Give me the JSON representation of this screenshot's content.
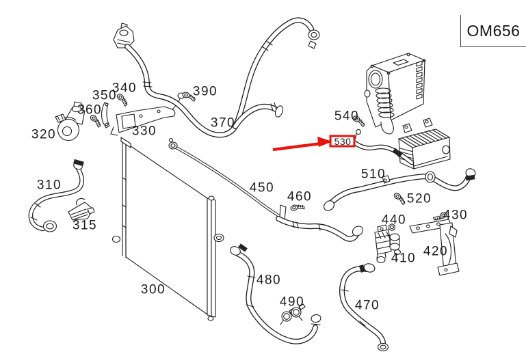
{
  "diagram": {
    "engine_code": "OM656",
    "annotation": {
      "highlighted_part": "530",
      "color": "#e8130b"
    },
    "colors": {
      "background": "#ffffff",
      "line": "#1c1c1c",
      "highlight": "#e8130b"
    },
    "callouts": [
      {
        "label": "300"
      },
      {
        "label": "310"
      },
      {
        "label": "315"
      },
      {
        "label": "320"
      },
      {
        "label": "330"
      },
      {
        "label": "340"
      },
      {
        "label": "350"
      },
      {
        "label": "360"
      },
      {
        "label": "370"
      },
      {
        "label": "390"
      },
      {
        "label": "410"
      },
      {
        "label": "420"
      },
      {
        "label": "430"
      },
      {
        "label": "440"
      },
      {
        "label": "450"
      },
      {
        "label": "460"
      },
      {
        "label": "470"
      },
      {
        "label": "480"
      },
      {
        "label": "490"
      },
      {
        "label": "510"
      },
      {
        "label": "520"
      },
      {
        "label": "530"
      },
      {
        "label": "540"
      }
    ]
  }
}
